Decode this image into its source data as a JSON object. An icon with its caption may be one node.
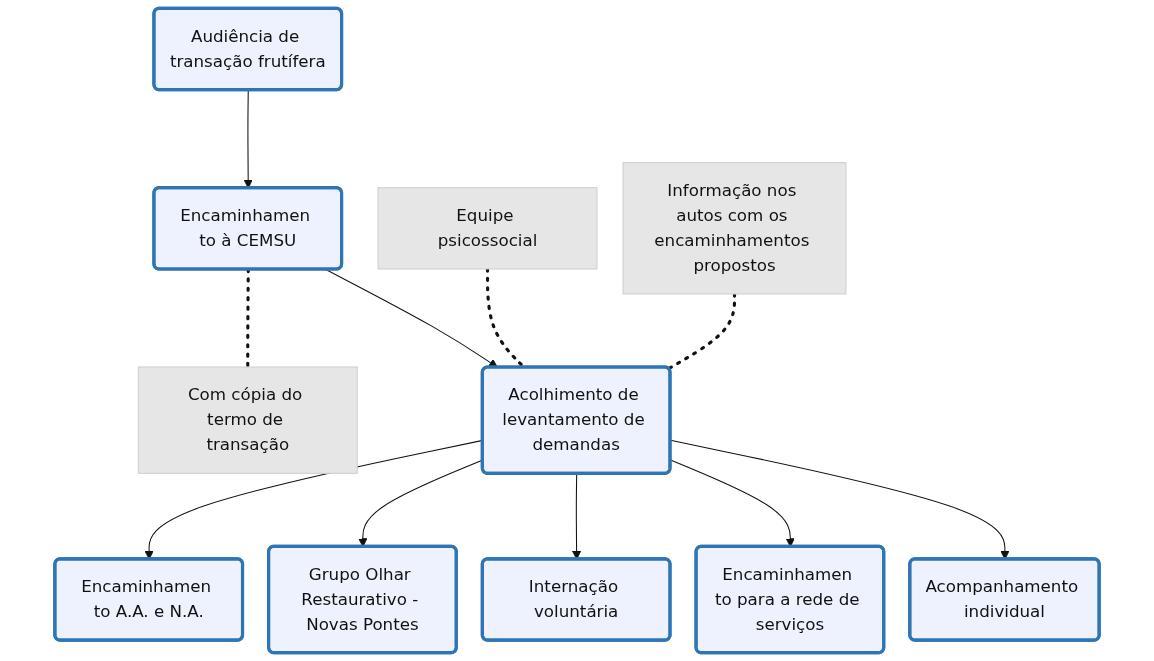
{
  "diagram": {
    "nodes": [
      {
        "text": [
          "Audiência de transação frutífera"
        ]
      },
      {
        "text": [
          "Encaminhamen to à CEMSU"
        ]
      },
      {
        "text": [
          "Com cópia do termo de transação"
        ]
      },
      {
        "text": [
          "Equipe psicossocial"
        ]
      },
      {
        "text": [
          "Informação nos autos com os encaminhamentos propostos"
        ]
      },
      {
        "text": [
          "Acolhimento de levantamento de demandas"
        ]
      },
      {
        "text": [
          "Encaminhamen to A.A. e N.A."
        ]
      },
      {
        "text": [
          "Grupo Olhar Restaurativo - Novas Pontes"
        ]
      },
      {
        "text": [
          "Internação voluntária"
        ]
      },
      {
        "text": [
          "Encaminhamen to para a rede de serviços"
        ]
      },
      {
        "text": [
          "Acompanhamento individual"
        ]
      }
    ],
    "edges": [
      {
        "from": 0,
        "to": 1,
        "arrow": "to"
      },
      {
        "from": 1,
        "to": 2,
        "arrow": "none",
        "style": "dashed"
      },
      {
        "from": 3,
        "to": 5,
        "arrow": "none",
        "style": "dashed"
      },
      {
        "from": 4,
        "to": 5,
        "arrow": "none",
        "style": "dashed"
      },
      {
        "from": 1,
        "to": 5,
        "arrow": "to"
      },
      {
        "from": 5,
        "to": 6,
        "arrow": "to"
      },
      {
        "from": 5,
        "to": 7,
        "arrow": "to"
      },
      {
        "from": 5,
        "to": 8,
        "arrow": "to"
      },
      {
        "from": 5,
        "to": 9,
        "arrow": "to"
      },
      {
        "from": 5,
        "to": 10,
        "arrow": "to"
      }
    ]
  }
}
